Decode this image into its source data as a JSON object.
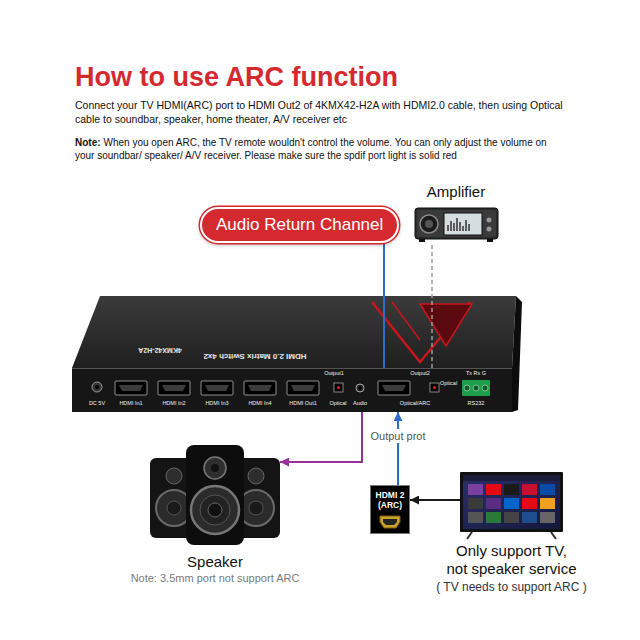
{
  "diagram": {
    "title": "How to use ARC function",
    "nodes": [
      {
        "text": [
          "Audio Return Channel"
        ]
      },
      {
        "text": [
          "Amplifier"
        ]
      },
      {
        "text": [
          "DC 5V",
          "HDMI In1",
          "HDMI In2",
          "HDMI In3",
          "HDMI In4",
          "Output1",
          "HDMI Out1",
          "Optical",
          "Audio",
          "Output2",
          "Optical/ARC",
          "Optical",
          "Tx Rx G",
          "RS232"
        ]
      },
      {
        "text": [
          "Speaker",
          "Note: 3.5mm port not support ARC"
        ]
      },
      {
        "text": [
          "HDMI 2 (ARC)"
        ]
      },
      {
        "text": [
          "Only support TV, not speaker service",
          "( TV needs to support ARC )"
        ]
      }
    ],
    "edges": [
      {
        "from": 0,
        "to": 2,
        "arrow": "none"
      },
      {
        "from": 1,
        "to": 2,
        "arrow": "none"
      },
      {
        "from": 2,
        "to": 3,
        "arrow": "to"
      },
      {
        "from": 4,
        "to": 2,
        "label": "Output prot",
        "arrow": "to"
      },
      {
        "from": 5,
        "to": 4,
        "arrow": "to"
      }
    ],
    "labels": [
      "Connect your TV HDMI(ARC) port to HDMI Out2 of 4KMX42-H2A with HDMI2.0 cable, then using Optical cable to soundbar, speaker, home theater, A/V receiver etc",
      "Note:",
      "When you open ARC, the TV remote wouldn't control the volume. You can only adjust the volume on your soundbar/ speaker/ A/V receiver. Please make sure the spdif port light is solid red",
      "HDMI 2.0 Matrix Switch 4x2",
      "4KMX42-H2A"
    ]
  }
}
